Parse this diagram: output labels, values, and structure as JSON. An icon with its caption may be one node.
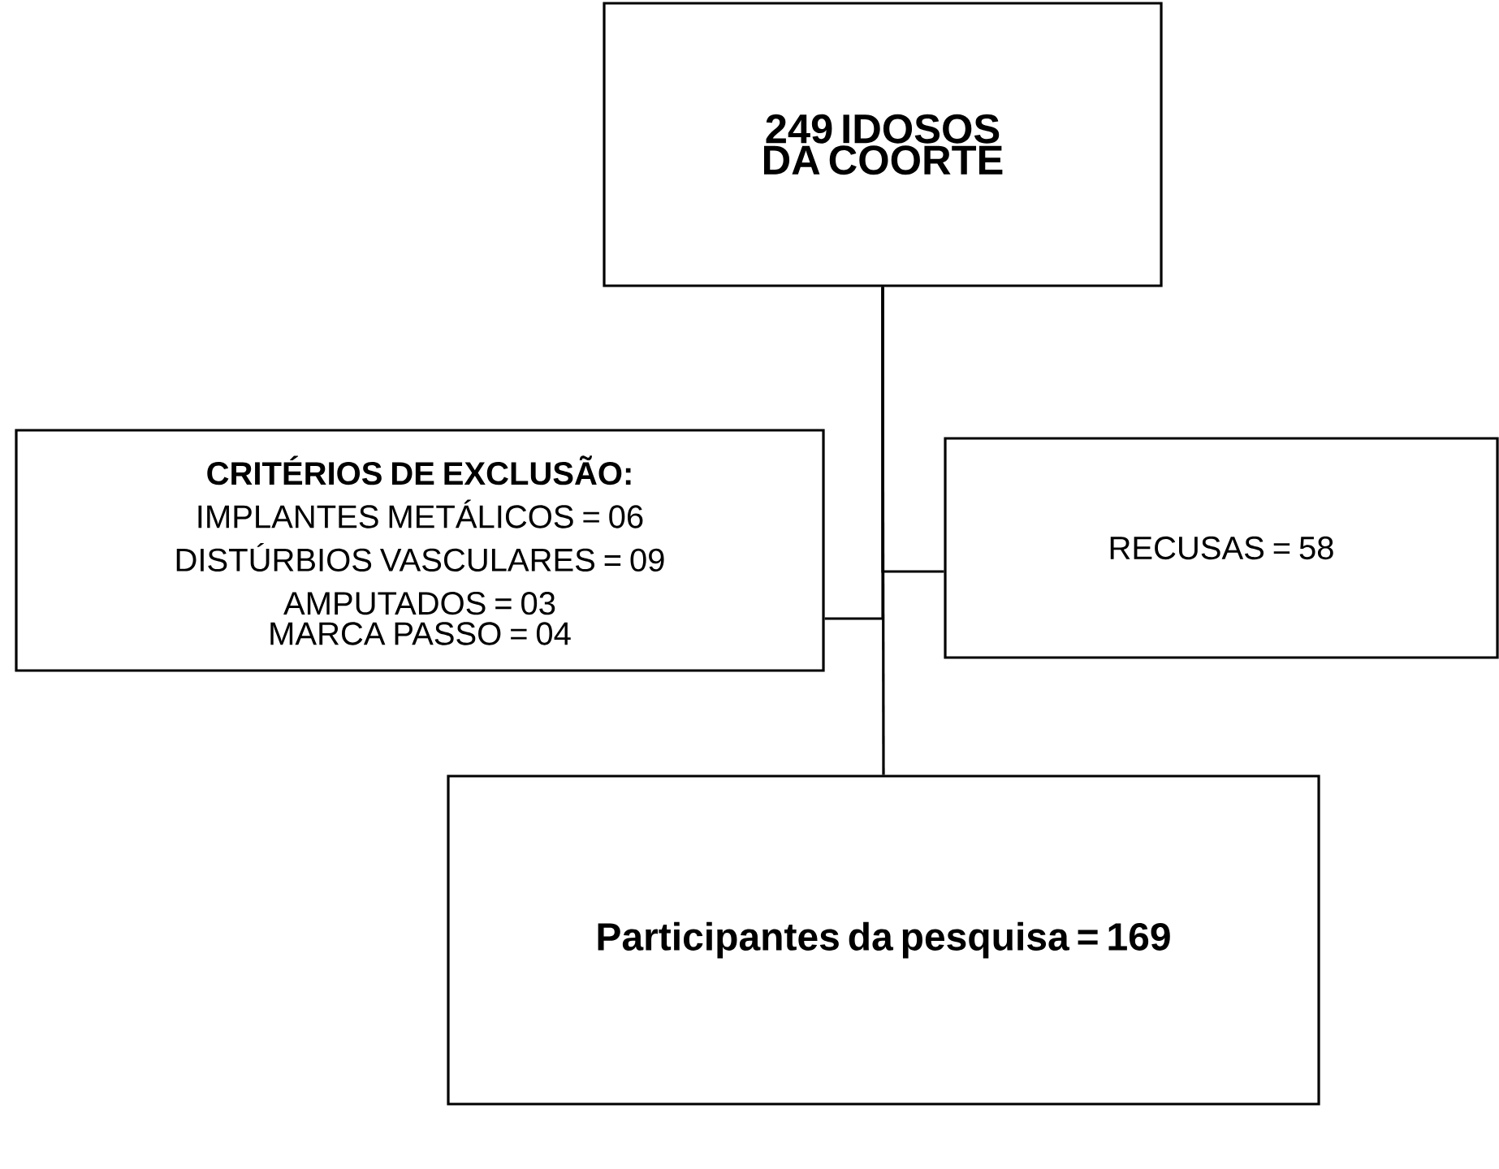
{
  "diagram": {
    "nodes": [
      {
        "text": [
          "249 IDOSOS DA COORTE"
        ]
      },
      {
        "text": [
          "CRITÉRIOS DE EXCLUSÃO:",
          "IMPLANTES METÁLICOS = 06",
          "DISTÚRBIOS VASCULARES = 09",
          "AMPUTADOS = 03",
          "MARCA PASSO = 04"
        ]
      },
      {
        "text": [
          "RECUSAS = 58"
        ]
      },
      {
        "text": [
          "Participantes da pesquisa = 169"
        ]
      }
    ],
    "edges": [
      {
        "from": 0,
        "to": 1,
        "arrow": "none"
      },
      {
        "from": 0,
        "to": 2,
        "arrow": "none"
      },
      {
        "from": 0,
        "to": 3,
        "arrow": "none"
      }
    ]
  }
}
